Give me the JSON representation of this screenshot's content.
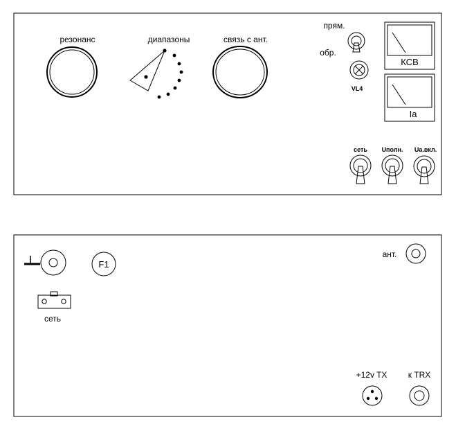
{
  "front_panel": {
    "resonance_label": "резонанс",
    "bands_label": "диапазоны",
    "antenna_coupling_label": "связь с ант.",
    "forward_label": "прям.",
    "reflected_label": "обр.",
    "lamp_label": "VL4",
    "swr_meter_label": "КСВ",
    "anode_current_meter_label": "Ia",
    "mains_switch_label": "сеть",
    "full_voltage_switch_label": "Uполн.",
    "anode_on_switch_label": "Ua.вкл."
  },
  "rear_panel": {
    "fuse_label": "F1",
    "mains_socket_label": "сеть",
    "antenna_label": "ант.",
    "power_tx_label": "+12v TX",
    "trx_label": "к TRX"
  }
}
